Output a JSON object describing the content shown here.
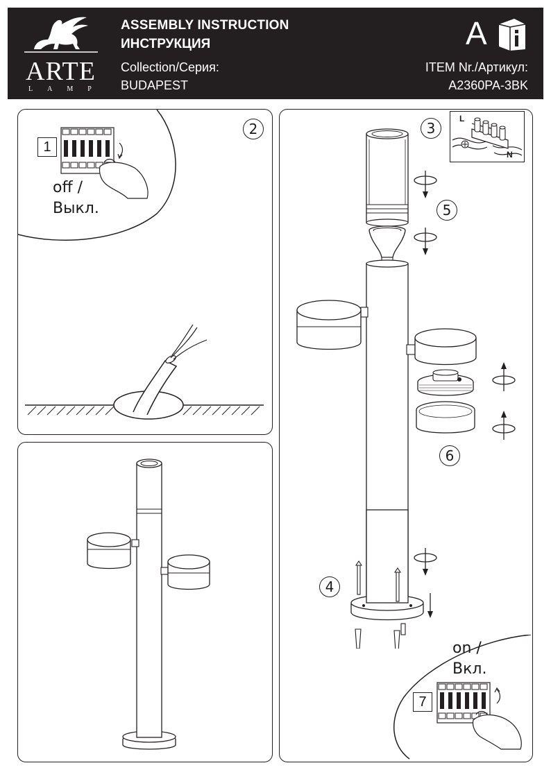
{
  "header": {
    "brand": "ARTE",
    "brand_sub": "LAMP",
    "title_en": "ASSEMBLY INSTRUCTION",
    "title_ru": "ИНСТРУКЦИЯ",
    "collection_label": "Collection/Серия:",
    "collection_value": "BUDAPEST",
    "item_label": "ITEM Nr./Артикул:",
    "item_value": "A2360PA-3BK",
    "language": "A",
    "info_icon_letter": "i"
  },
  "steps": {
    "step1": "1",
    "step2": "2",
    "step3": "3",
    "step4": "4",
    "step5": "5",
    "step6": "6",
    "step7": "7"
  },
  "labels": {
    "off_line1": "off /",
    "off_line2": "Выкл.",
    "on_line1": "on /",
    "on_line2": "Вкл.",
    "wire_L": "L",
    "wire_N": "N"
  },
  "colors": {
    "header_bg": "#231f20",
    "line": "#231f20"
  }
}
